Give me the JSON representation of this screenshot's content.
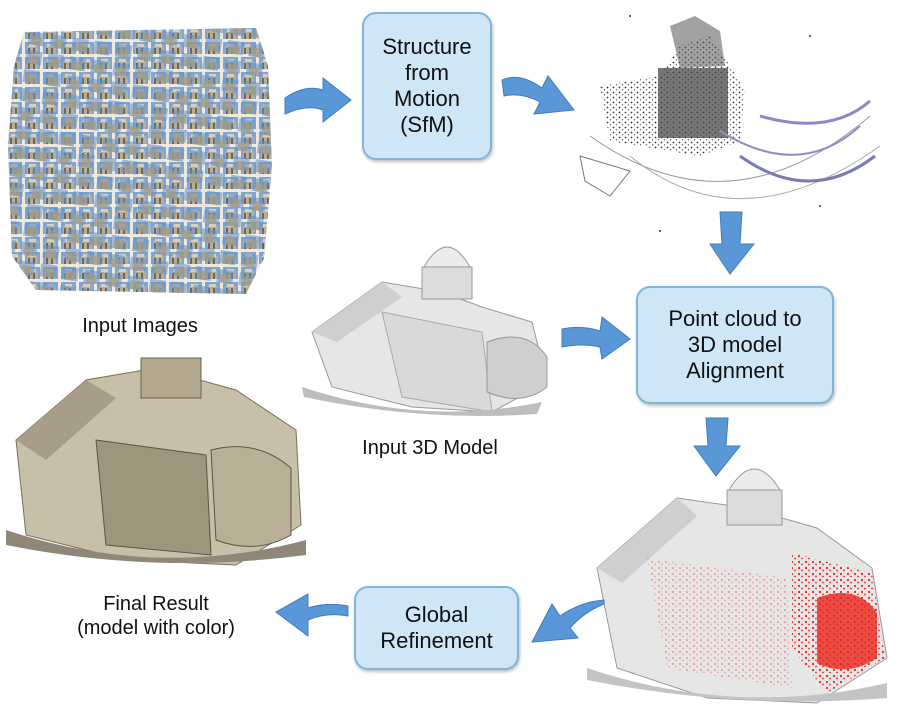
{
  "nodes": {
    "input_images": "Input Images",
    "sfm": [
      "Structure",
      "from",
      "Motion",
      "(SfM)"
    ],
    "input_model": "Input 3D Model",
    "alignment": [
      "Point cloud to",
      "3D model",
      "Alignment"
    ],
    "refinement": [
      "Global",
      "Refinement"
    ],
    "final_result": [
      "Final Result",
      "(model with color)"
    ]
  },
  "colors": {
    "box_fill": "#cfe6f6",
    "box_border": "#7fb6dd",
    "arrow": "#5a97d6",
    "aligned_points": "#e8261d"
  }
}
